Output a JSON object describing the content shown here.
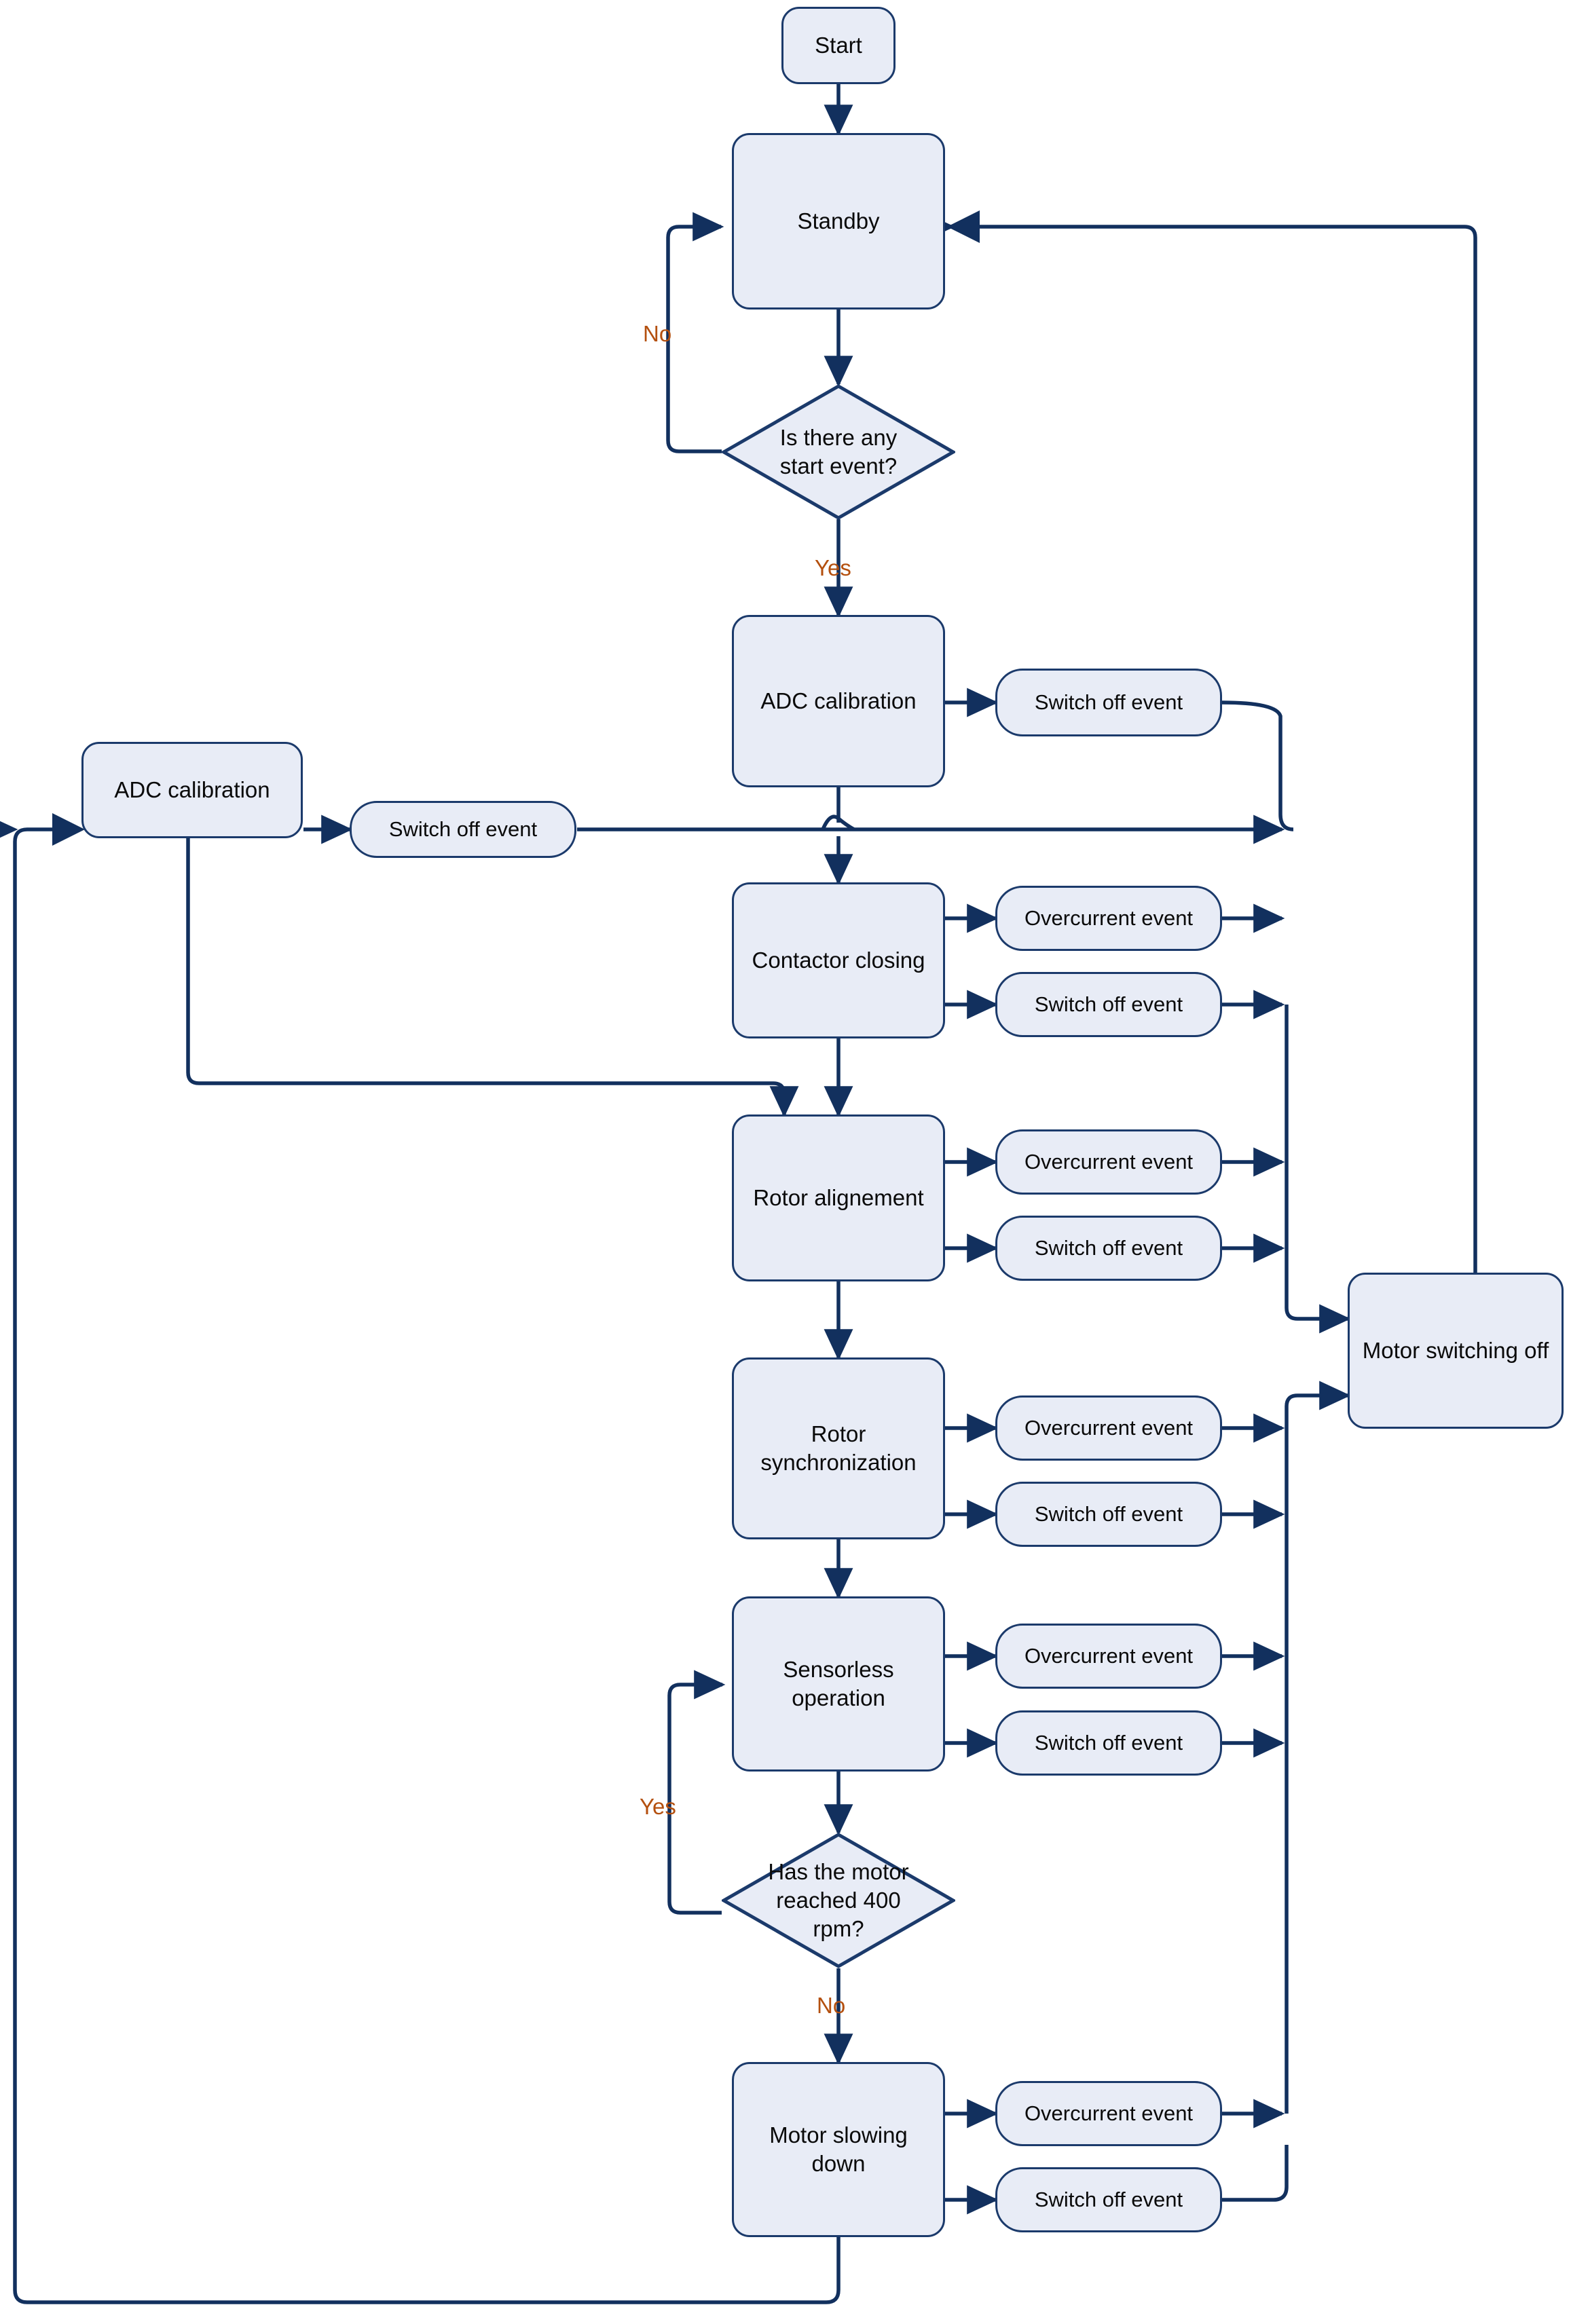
{
  "diagram": {
    "title": "Motor control state flowchart",
    "colors": {
      "node_fill": "#e8ecf6",
      "node_stroke": "#1b3a6b",
      "edge_stroke": "#12305e",
      "edge_label": "#b4500f",
      "background": "#ffffff",
      "text": "#0a0a0a"
    }
  },
  "nodes": {
    "start": {
      "label": "Start",
      "shape": "rounded-rect"
    },
    "standby": {
      "label": "Standby",
      "shape": "rounded-rect"
    },
    "decision_start_event": {
      "label": "Is there any\nstart event?",
      "shape": "diamond"
    },
    "adc_calibration_main": {
      "label": "ADC calibration",
      "shape": "rounded-rect"
    },
    "adc_calibration_left": {
      "label": "ADC calibration",
      "shape": "rounded-rect"
    },
    "contactor_closing": {
      "label": "Contactor closing",
      "shape": "rounded-rect"
    },
    "rotor_alignement": {
      "label": "Rotor alignement",
      "shape": "rounded-rect"
    },
    "rotor_synchronization": {
      "label": "Rotor\nsynchronization",
      "shape": "rounded-rect"
    },
    "sensorless_operation": {
      "label": "Sensorless\noperation",
      "shape": "rounded-rect"
    },
    "decision_400rpm": {
      "label": "Has the motor\nreached 400\nrpm?",
      "shape": "diamond"
    },
    "motor_slowing_down": {
      "label": "Motor slowing\ndown",
      "shape": "rounded-rect"
    },
    "motor_switching_off": {
      "label": "Motor switching off",
      "shape": "rounded-rect"
    }
  },
  "events": {
    "switch_off_left": {
      "label": "Switch off event"
    },
    "switch_off_adc": {
      "label": "Switch off event"
    },
    "overcurrent_contactor": {
      "label": "Overcurrent event"
    },
    "switch_off_contactor": {
      "label": "Switch off event"
    },
    "overcurrent_alignement": {
      "label": "Overcurrent event"
    },
    "switch_off_alignement": {
      "label": "Switch off event"
    },
    "overcurrent_sync": {
      "label": "Overcurrent event"
    },
    "switch_off_sync": {
      "label": "Switch off event"
    },
    "overcurrent_sensorless": {
      "label": "Overcurrent event"
    },
    "switch_off_sensorless": {
      "label": "Switch off event"
    },
    "overcurrent_slowing": {
      "label": "Overcurrent event"
    },
    "switch_off_slowing": {
      "label": "Switch off event"
    }
  },
  "edge_labels": {
    "no_start_event": "No",
    "yes_start_event": "Yes",
    "yes_400rpm": "Yes",
    "no_400rpm": "No"
  }
}
